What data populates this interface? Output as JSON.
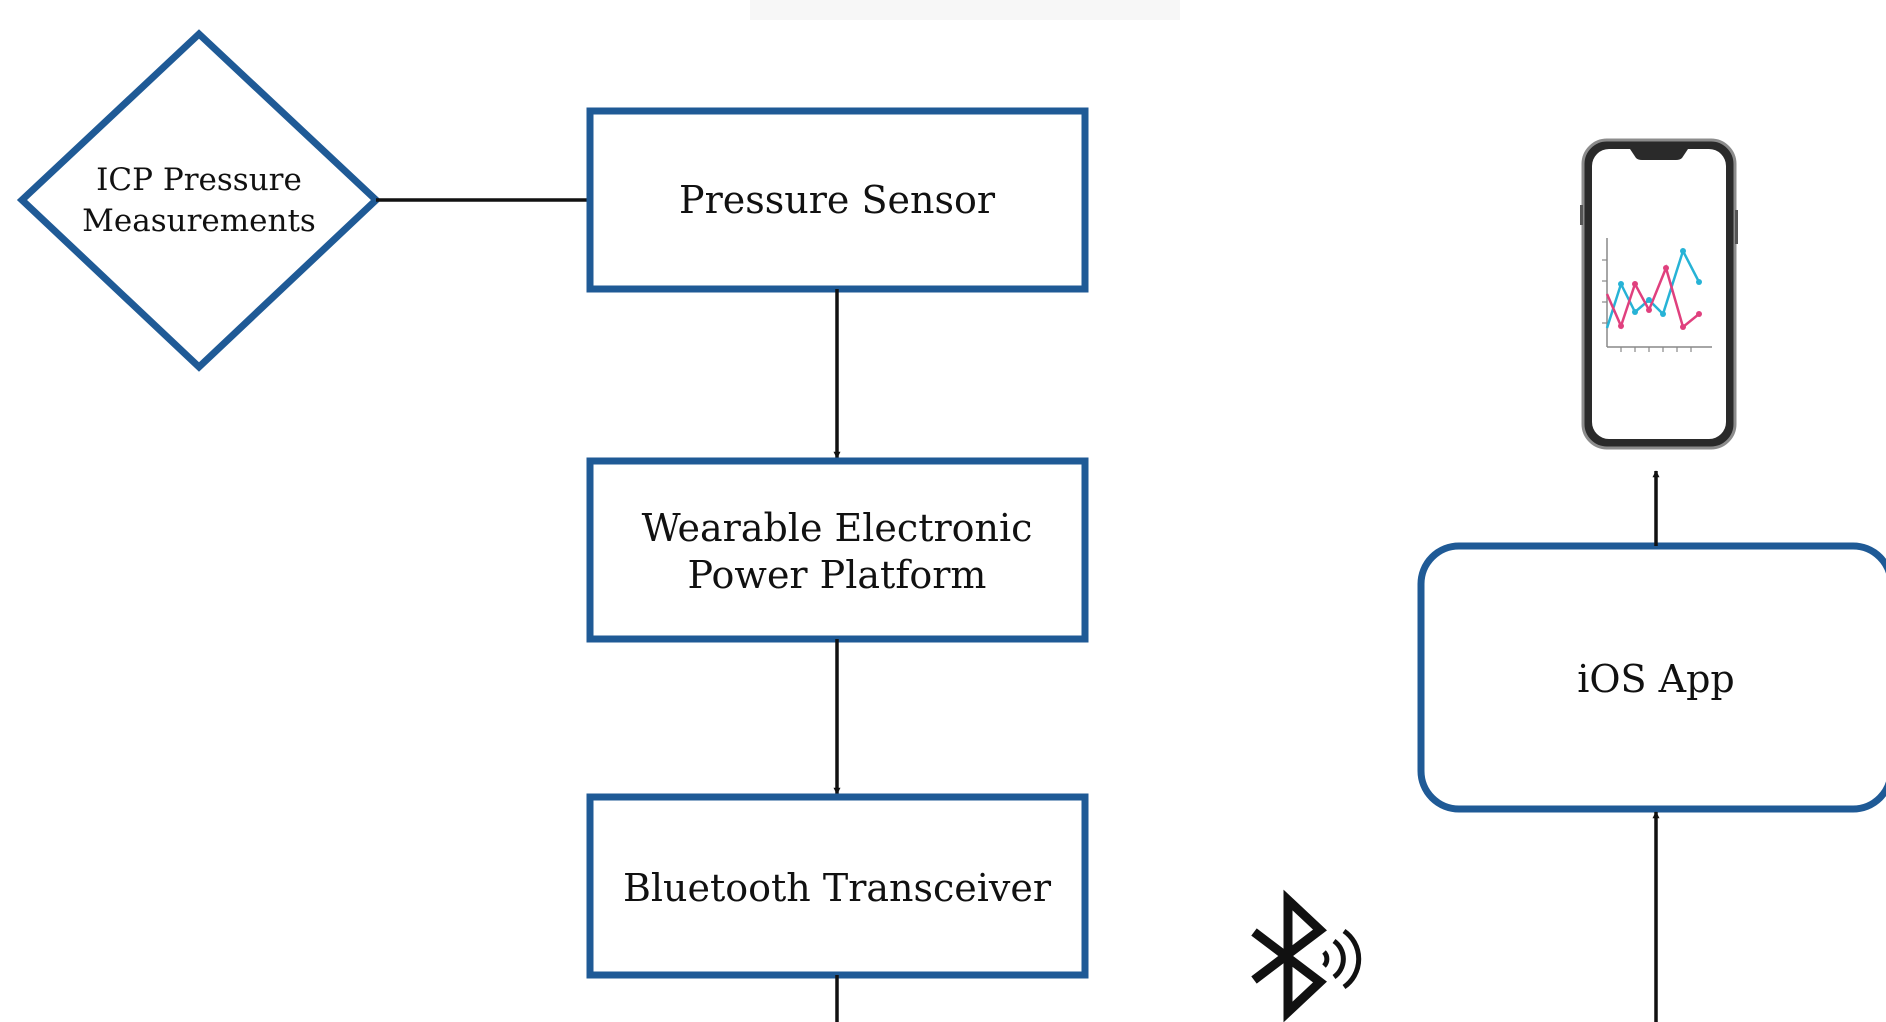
{
  "colors": {
    "box_stroke": "#1f5a96",
    "arrow": "#111111",
    "text": "#111111",
    "phone_frame": "#1a1a1a",
    "series_a": "#27b3d6",
    "series_b": "#e0407e"
  },
  "nodes": {
    "icp": {
      "line1": "ICP Pressure",
      "line2": "Measurements"
    },
    "sensor": {
      "label": "Pressure Sensor"
    },
    "platform": {
      "line1": "Wearable Electronic",
      "line2": "Power Platform"
    },
    "bluetooth": {
      "label": "Bluetooth Transceiver"
    },
    "ios_app": {
      "label": "iOS App"
    }
  },
  "icons": [
    "bluetooth-wireless-icon",
    "smartphone-icon",
    "line-chart-icon"
  ]
}
